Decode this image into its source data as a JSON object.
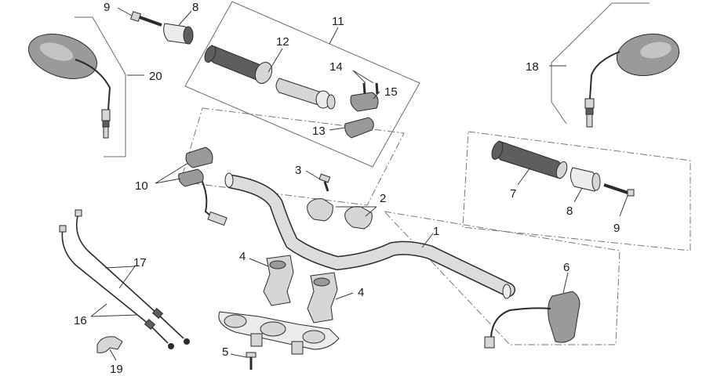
{
  "callouts": {
    "c1": "1",
    "c2": "2",
    "c3": "3",
    "c4a": "4",
    "c4b": "4",
    "c5": "5",
    "c6": "6",
    "c7": "7",
    "c8a": "8",
    "c8b": "8",
    "c9a": "9",
    "c9b": "9",
    "c10": "10",
    "c11": "11",
    "c12": "12",
    "c13": "13",
    "c14": "14",
    "c15": "15",
    "c16": "16",
    "c17": "17",
    "c18": "18",
    "c19": "19",
    "c20": "20"
  }
}
